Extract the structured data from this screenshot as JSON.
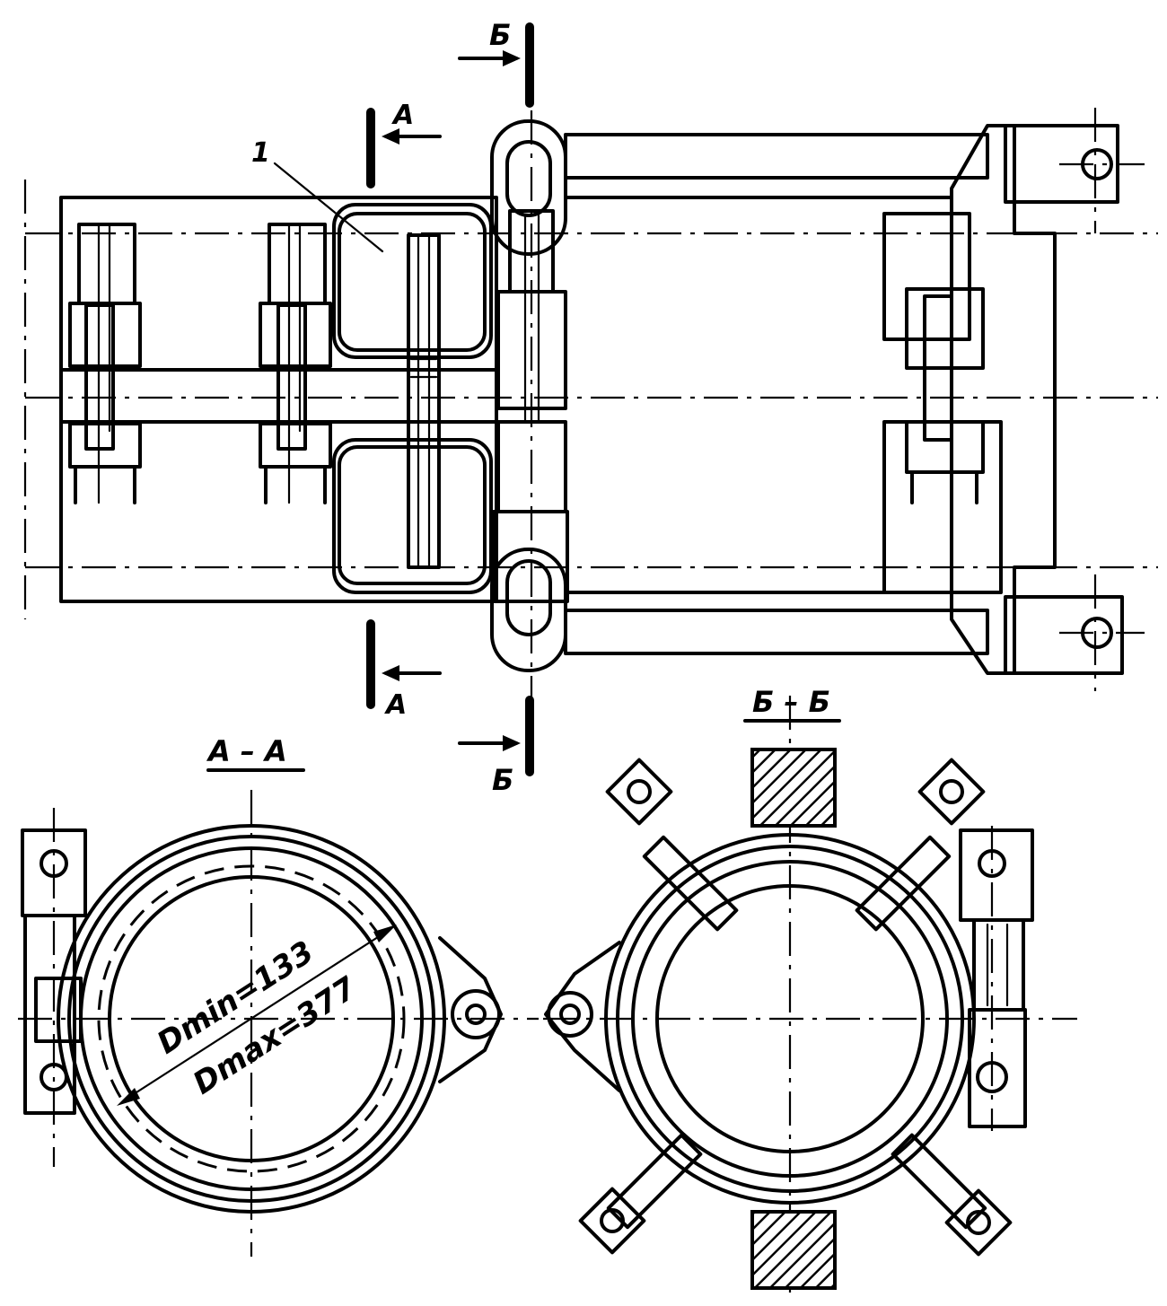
{
  "labels": {
    "part_number": "1",
    "section_a_mark": "А",
    "section_b_mark": "Б",
    "section_a_title": "А – А",
    "section_b_title": "Б – Б",
    "dim_min": "Dmin=133",
    "dim_max": "Dmax=377"
  }
}
